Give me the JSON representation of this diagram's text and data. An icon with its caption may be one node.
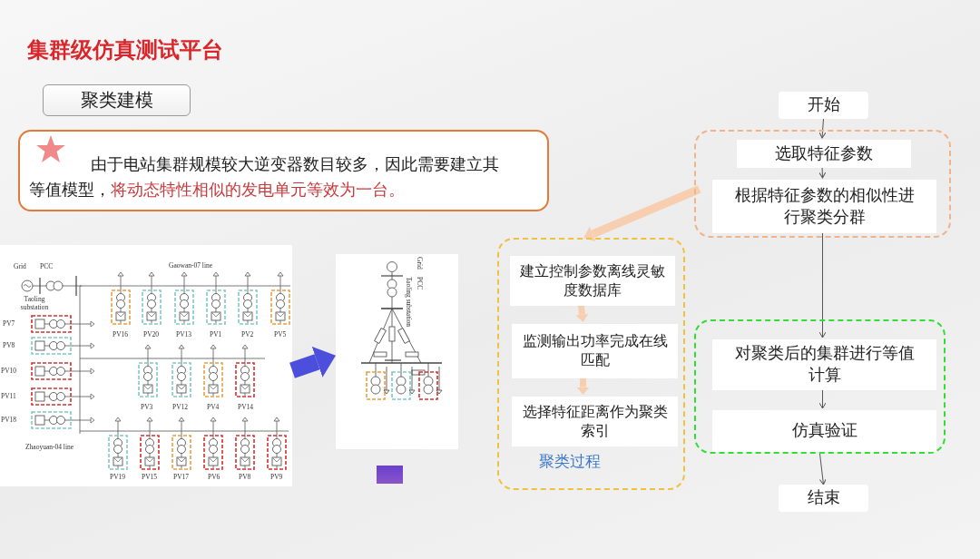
{
  "diagram": {
    "title": "集群级仿真测试平台",
    "nodes": [
      {
        "text": [
          "聚类建模"
        ]
      },
      {
        "text": [
          "由于电站集群规模较大逆变器数目较多，因此需要建立其等值模型，",
          "将动态特性相似的发电单元等效为一台。"
        ]
      },
      {
        "text": [],
        "shape": "picture"
      },
      {
        "text": [],
        "shape": "picture"
      },
      {
        "text": [
          "开始"
        ]
      },
      {
        "text": [],
        "shape": "box"
      },
      {
        "text": [
          "选取特征参数"
        ],
        "in": 5
      },
      {
        "text": [
          "根据特征参数的相似性进行聚类分群"
        ],
        "in": 5
      },
      {
        "text": [
          "聚类过程"
        ]
      },
      {
        "text": [
          "建立控制参数离线灵敏度数据库"
        ],
        "in": 8
      },
      {
        "text": [
          "监测输出功率完成在线匹配"
        ],
        "in": 8
      },
      {
        "text": [
          "选择特征距离作为聚类索引"
        ],
        "in": 8
      },
      {
        "text": [],
        "shape": "box"
      },
      {
        "text": [
          "对聚类后的集群进行等值计算"
        ],
        "in": 12
      },
      {
        "text": [
          "仿真验证"
        ],
        "in": 12
      },
      {
        "text": [
          "结束"
        ]
      }
    ],
    "edges": [
      {
        "from": 2,
        "to": 3,
        "arrow": "to",
        "style": "thick",
        "color": "#4b4fdc"
      },
      {
        "from": 4,
        "to": 6,
        "arrow": "to"
      },
      {
        "from": 6,
        "to": 7,
        "arrow": "to"
      },
      {
        "from": 5,
        "to": 8,
        "arrow": "to",
        "style": "thick",
        "color": "#f7cfb0"
      },
      {
        "from": 7,
        "to": 13,
        "arrow": "to"
      },
      {
        "from": 9,
        "to": 10,
        "arrow": "to",
        "style": "thick",
        "color": "#f7cfb0"
      },
      {
        "from": 10,
        "to": 11,
        "arrow": "to",
        "style": "thick",
        "color": "#f7cfb0"
      },
      {
        "from": 13,
        "to": 14,
        "arrow": "to"
      },
      {
        "from": 12,
        "to": 15,
        "arrow": "to"
      }
    ],
    "labels": [
      "Grid",
      "PCC",
      "Taoling substation",
      "Gaowan-07 line",
      "PV16",
      "PV20",
      "PV13",
      "PV1",
      "PV2",
      "PV5",
      "PV7",
      "PV8",
      "PV10",
      "PV11",
      "PV18",
      "PV3",
      "PV12",
      "PV4",
      "PV14",
      "Zhaoyuan-04 line",
      "PV19",
      "PV15",
      "PV17",
      "PV6",
      "PV8",
      "PV9",
      "Grid",
      "PCC",
      "Taoling substation"
    ]
  }
}
